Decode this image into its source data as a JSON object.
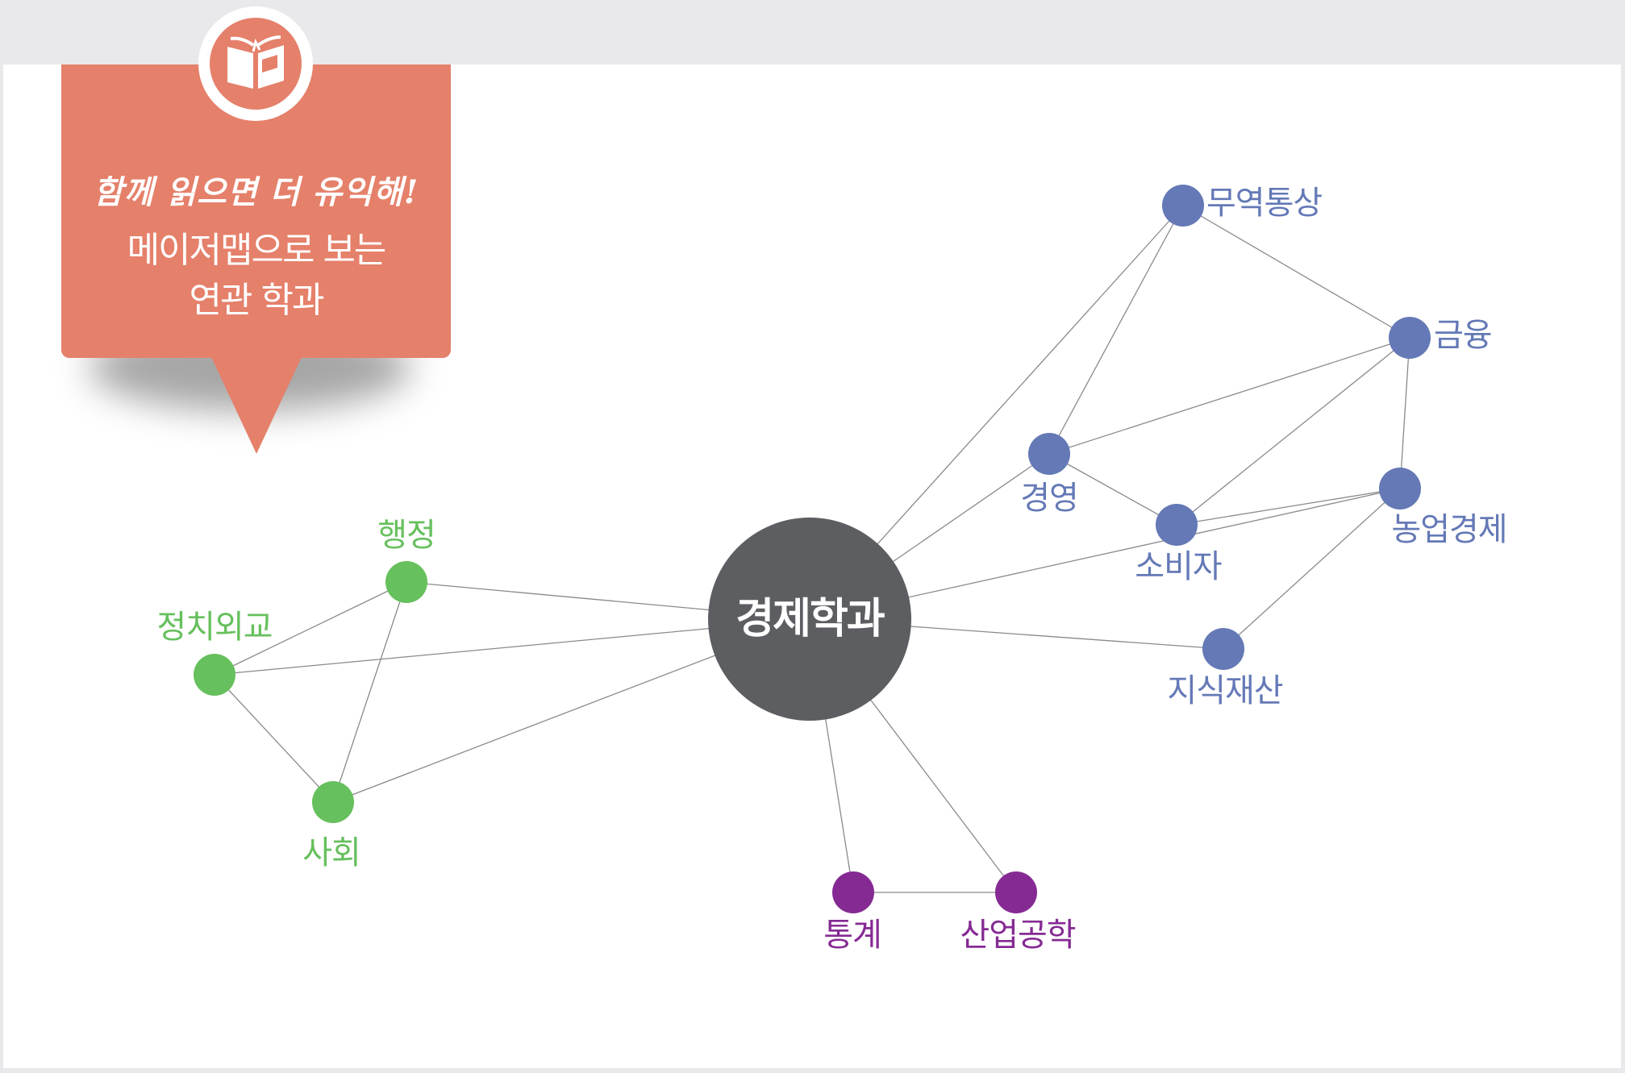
{
  "callout": {
    "icon": "open-book-icon",
    "tagline": "함께 읽으면 더 유익해!",
    "title_line1": "메이저맵으로 보는",
    "title_line2": "연관 학과"
  },
  "map": {
    "center": {
      "label": "경제학과",
      "color": "#5d5e62"
    },
    "groups": {
      "green": "#66c05d",
      "blue": "#6479b6",
      "purple": "#852a93"
    },
    "nodes": [
      {
        "id": "haengjeong",
        "label": "행정",
        "group": "green"
      },
      {
        "id": "jeongchi",
        "label": "정치외교",
        "group": "green"
      },
      {
        "id": "sahoe",
        "label": "사회",
        "group": "green"
      },
      {
        "id": "muyeok",
        "label": "무역통상",
        "group": "blue"
      },
      {
        "id": "geumyung",
        "label": "금융",
        "group": "blue"
      },
      {
        "id": "gyeongyeong",
        "label": "경영",
        "group": "blue"
      },
      {
        "id": "sobija",
        "label": "소비자",
        "group": "blue"
      },
      {
        "id": "nongeop",
        "label": "농업경제",
        "group": "blue"
      },
      {
        "id": "jisik",
        "label": "지식재산",
        "group": "blue"
      },
      {
        "id": "tonggye",
        "label": "통계",
        "group": "purple"
      },
      {
        "id": "saneop",
        "label": "산업공학",
        "group": "purple"
      }
    ],
    "edges": [
      [
        "center",
        "haengjeong"
      ],
      [
        "center",
        "jeongchi"
      ],
      [
        "center",
        "sahoe"
      ],
      [
        "haengjeong",
        "jeongchi"
      ],
      [
        "haengjeong",
        "sahoe"
      ],
      [
        "jeongchi",
        "sahoe"
      ],
      [
        "center",
        "muyeok"
      ],
      [
        "center",
        "gyeongyeong"
      ],
      [
        "center",
        "nongeop"
      ],
      [
        "center",
        "jisik"
      ],
      [
        "center",
        "tonggye"
      ],
      [
        "center",
        "saneop"
      ],
      [
        "tonggye",
        "saneop"
      ],
      [
        "muyeok",
        "geumyung"
      ],
      [
        "muyeok",
        "gyeongyeong"
      ],
      [
        "geumyung",
        "gyeongyeong"
      ],
      [
        "geumyung",
        "sobija"
      ],
      [
        "geumyung",
        "nongeop"
      ],
      [
        "gyeongyeong",
        "sobija"
      ],
      [
        "sobija",
        "nongeop"
      ],
      [
        "nongeop",
        "jisik"
      ]
    ]
  }
}
